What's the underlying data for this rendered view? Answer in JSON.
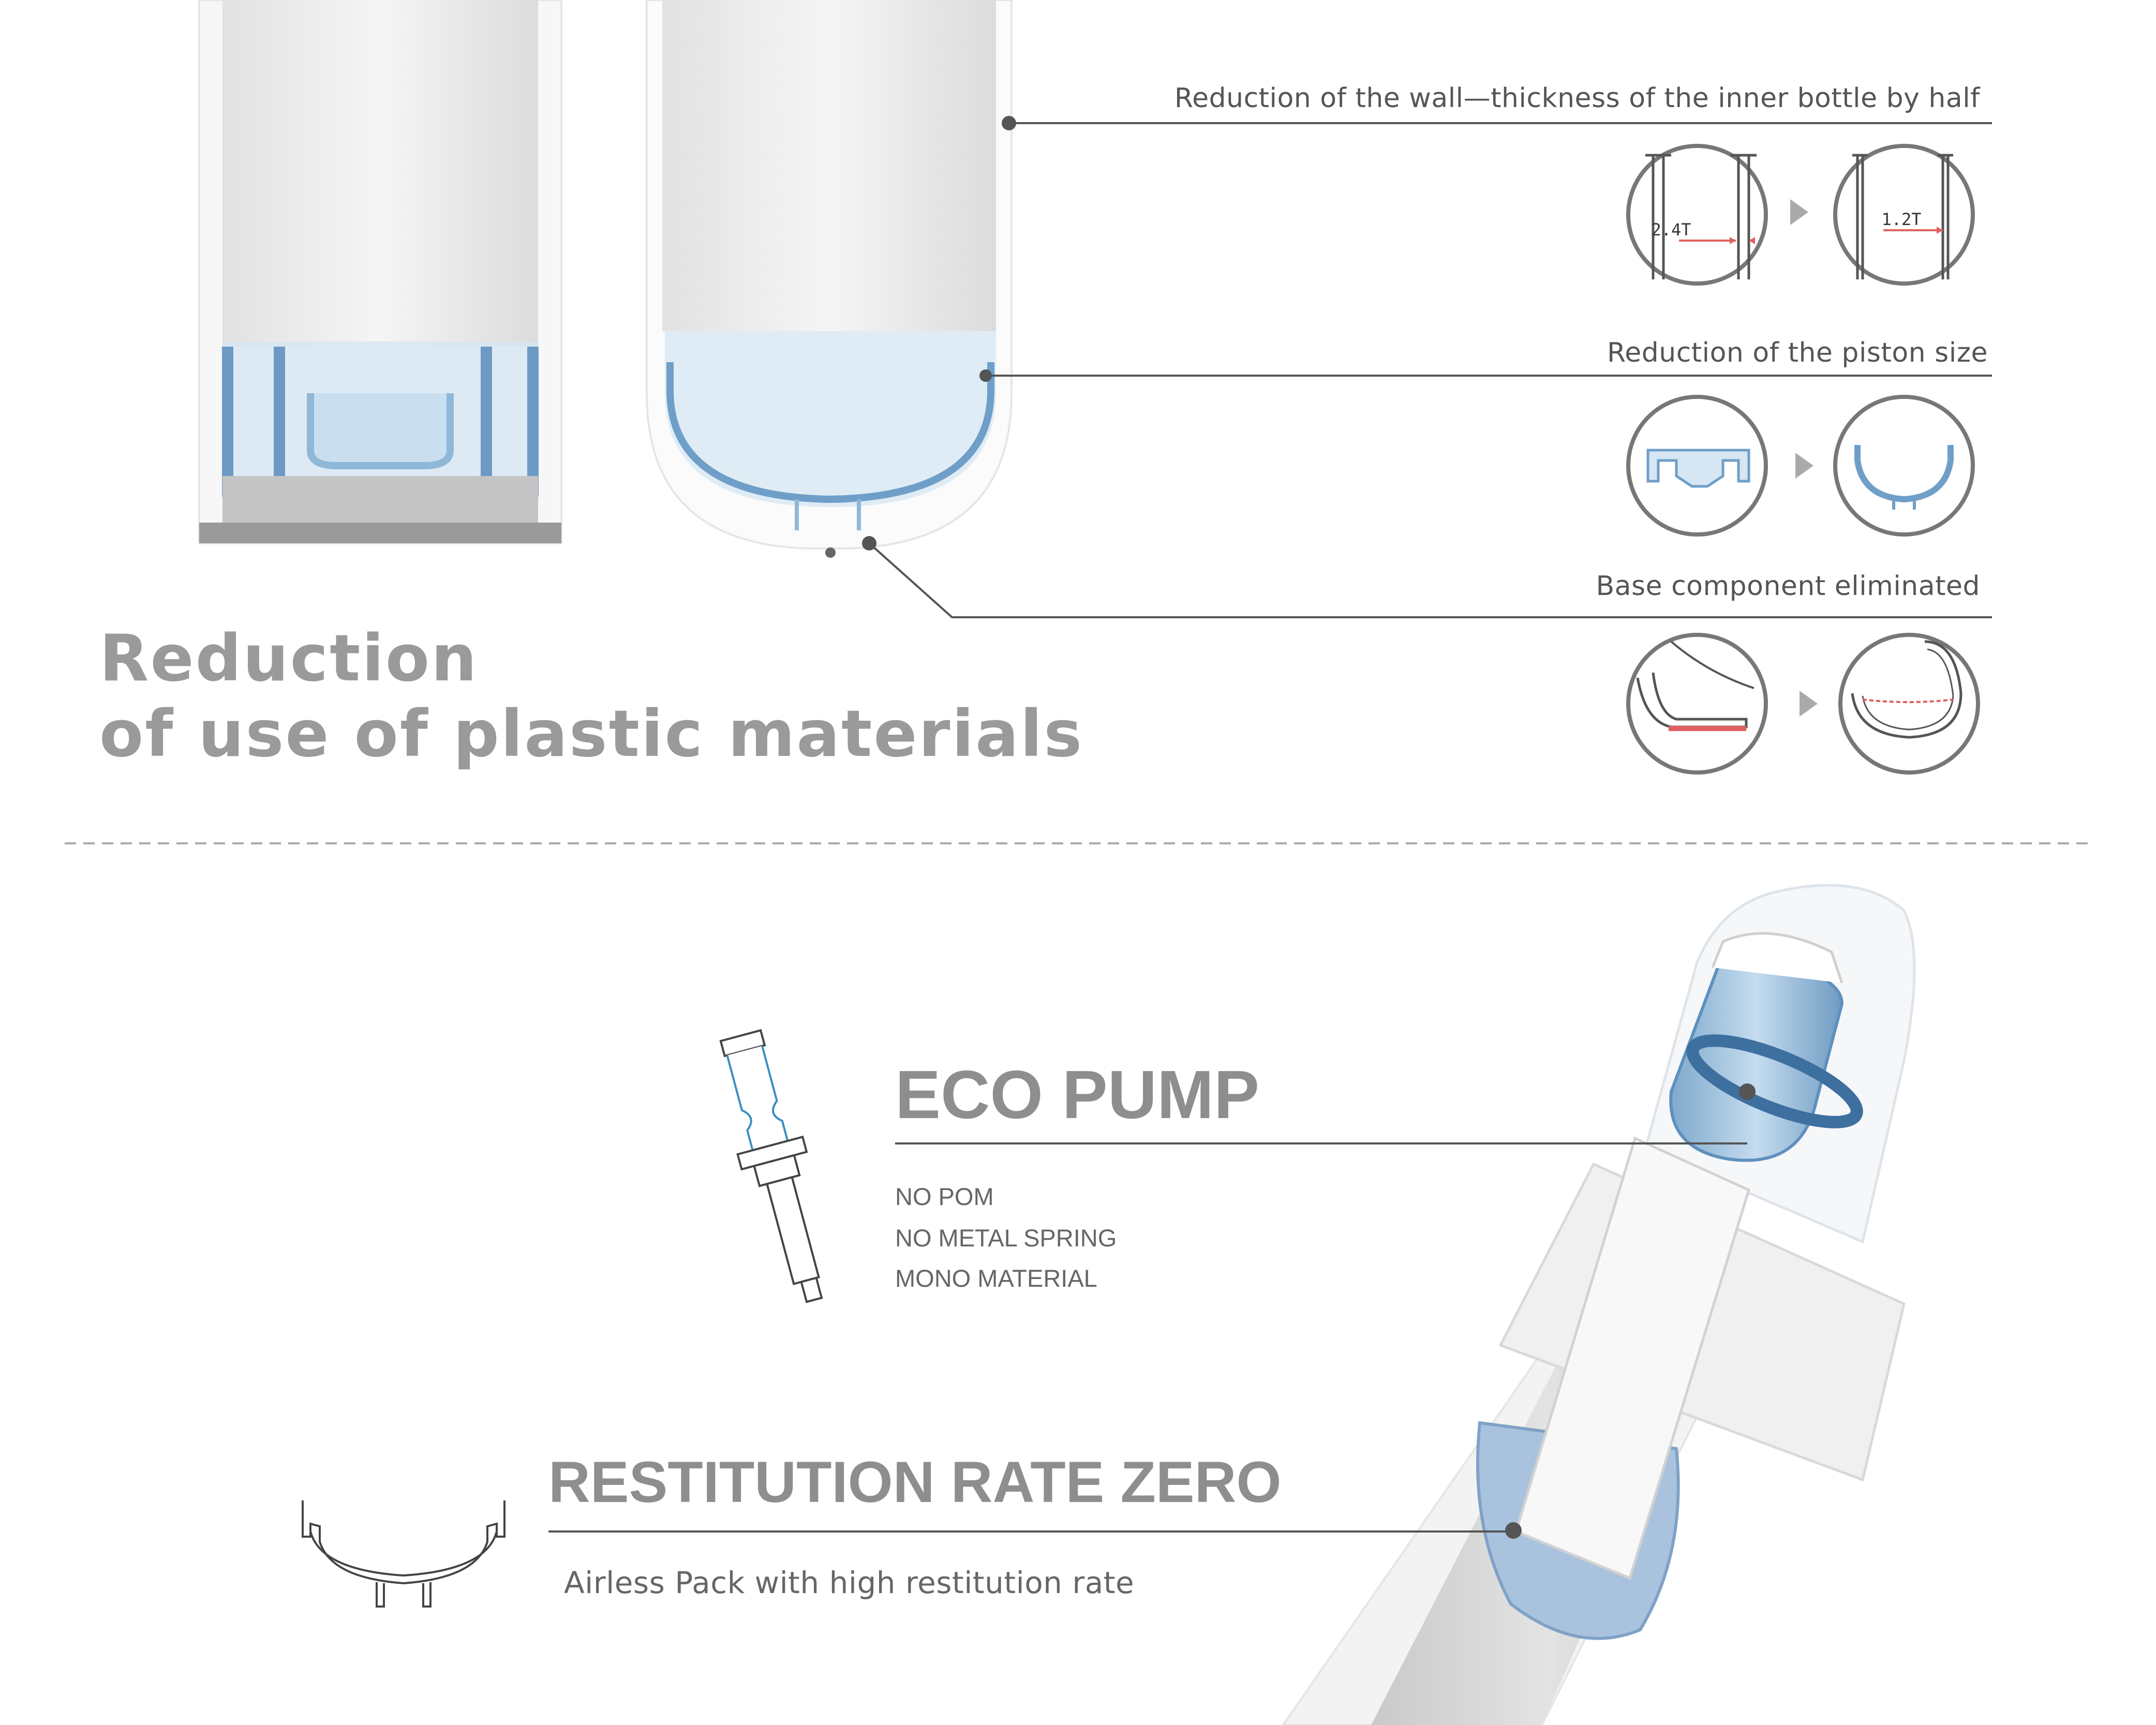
{
  "top_section": {
    "title_line1": "Reduction",
    "title_line2": "of use of plastic materials",
    "callouts": [
      {
        "label": "Reduction of the wall—thickness of the inner bottle by half",
        "before_value": "2.4T",
        "after_value": "1.2T"
      },
      {
        "label": "Reduction of the piston size"
      },
      {
        "label": "Base component eliminated"
      }
    ]
  },
  "bottom_section": {
    "eco_pump": {
      "title": "ECO PUMP",
      "features": [
        "NO POM",
        "NO METAL SPRING",
        "MONO MATERIAL"
      ]
    },
    "restitution": {
      "title": "RESTITUTION RATE ZERO",
      "subtitle": "Airless Pack with high restitution rate"
    }
  },
  "colors": {
    "accent_blue": "#8fb8d8",
    "text_gray": "#555555",
    "title_gray": "#9a9a9a",
    "thickness_red": "#e06060"
  }
}
